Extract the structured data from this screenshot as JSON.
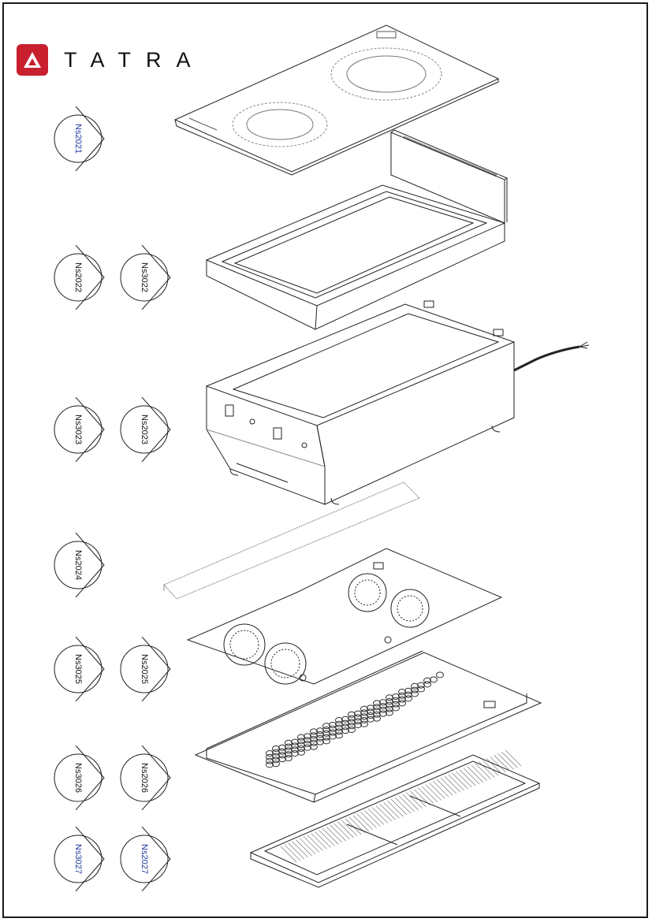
{
  "brand": {
    "name": "TATRA",
    "color": "#c8202e"
  },
  "part_tags": [
    {
      "code": "Ns2021",
      "color": "#1f3aa0"
    },
    {
      "code": "Ns2022",
      "color": "#111111"
    },
    {
      "code": "Ns3022",
      "color": "#111111"
    },
    {
      "code": "Ns3023",
      "color": "#111111"
    },
    {
      "code": "Ns2023",
      "color": "#111111"
    },
    {
      "code": "Ns2024",
      "color": "#111111"
    },
    {
      "code": "Ns3025",
      "color": "#111111"
    },
    {
      "code": "Ns2025",
      "color": "#111111"
    },
    {
      "code": "Ns3026",
      "color": "#111111"
    },
    {
      "code": "Ns2026",
      "color": "#111111"
    },
    {
      "code": "Ns3027",
      "color": "#1f3aa0"
    },
    {
      "code": "Ns2027",
      "color": "#1f3aa0"
    }
  ],
  "exploded_parts": [
    "glass-cooktop-icon",
    "top-frame-icon",
    "housing-body-icon",
    "strip-plate-icon",
    "fan-plate-icon",
    "perforated-base-icon",
    "grease-filter-icon"
  ]
}
